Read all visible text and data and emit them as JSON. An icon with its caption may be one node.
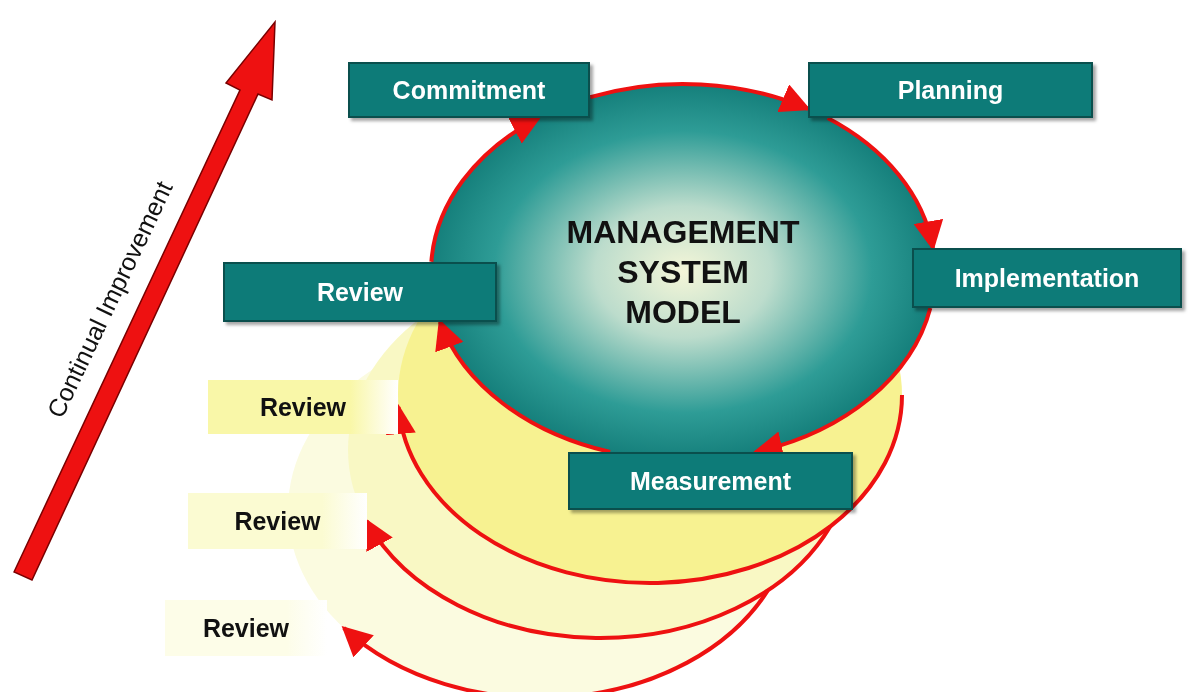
{
  "diagram": {
    "nodes": [
      {
        "text": [
          "Commitment"
        ]
      },
      {
        "text": [
          "Planning"
        ]
      },
      {
        "text": [
          "Implementation"
        ]
      },
      {
        "text": [
          "Measurement"
        ]
      },
      {
        "text": [
          "Review"
        ]
      },
      {
        "text": [
          "MANAGEMENT SYSTEM MODEL"
        ]
      },
      {
        "text": [
          "Review"
        ]
      },
      {
        "text": [
          "Review"
        ]
      },
      {
        "text": [
          "Review"
        ]
      }
    ],
    "edges": [
      {
        "from": 0,
        "to": 1,
        "arrow": "to"
      },
      {
        "from": 1,
        "to": 2,
        "arrow": "to"
      },
      {
        "from": 2,
        "to": 3,
        "arrow": "to"
      },
      {
        "from": 3,
        "to": 4,
        "arrow": "to"
      },
      {
        "from": 4,
        "to": 0,
        "arrow": "to"
      },
      {
        "from": null,
        "to": 6,
        "arrow": "to"
      },
      {
        "from": null,
        "to": 7,
        "arrow": "to"
      },
      {
        "from": null,
        "to": 8,
        "arrow": "to"
      }
    ],
    "labels": [
      "Continual Improvement"
    ]
  }
}
